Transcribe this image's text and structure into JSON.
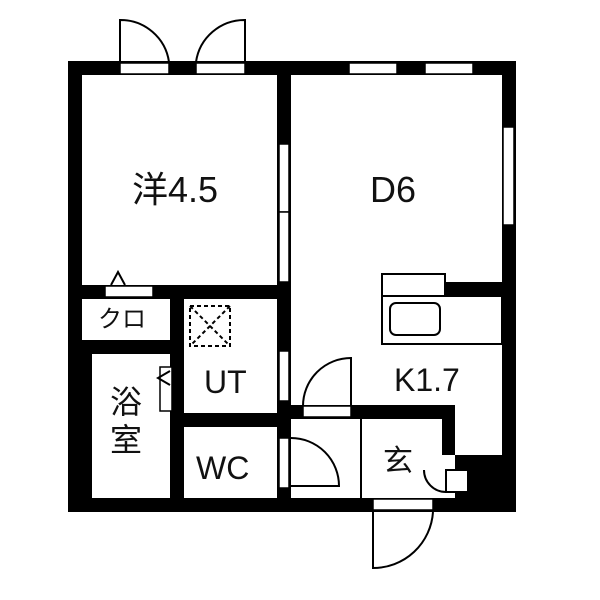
{
  "floorplan": {
    "colors": {
      "wall": "#000000",
      "background": "#ffffff",
      "line": "#111111"
    },
    "rooms": [
      {
        "id": "western",
        "label": "洋4.5"
      },
      {
        "id": "dining",
        "label": "D6"
      },
      {
        "id": "kitchen",
        "label": "K1.7"
      },
      {
        "id": "closet",
        "label": "クロ"
      },
      {
        "id": "utility",
        "label": "UT"
      },
      {
        "id": "bathroom",
        "label": "浴室"
      },
      {
        "id": "toilet",
        "label": "WC"
      },
      {
        "id": "entrance",
        "label": "玄"
      }
    ]
  }
}
